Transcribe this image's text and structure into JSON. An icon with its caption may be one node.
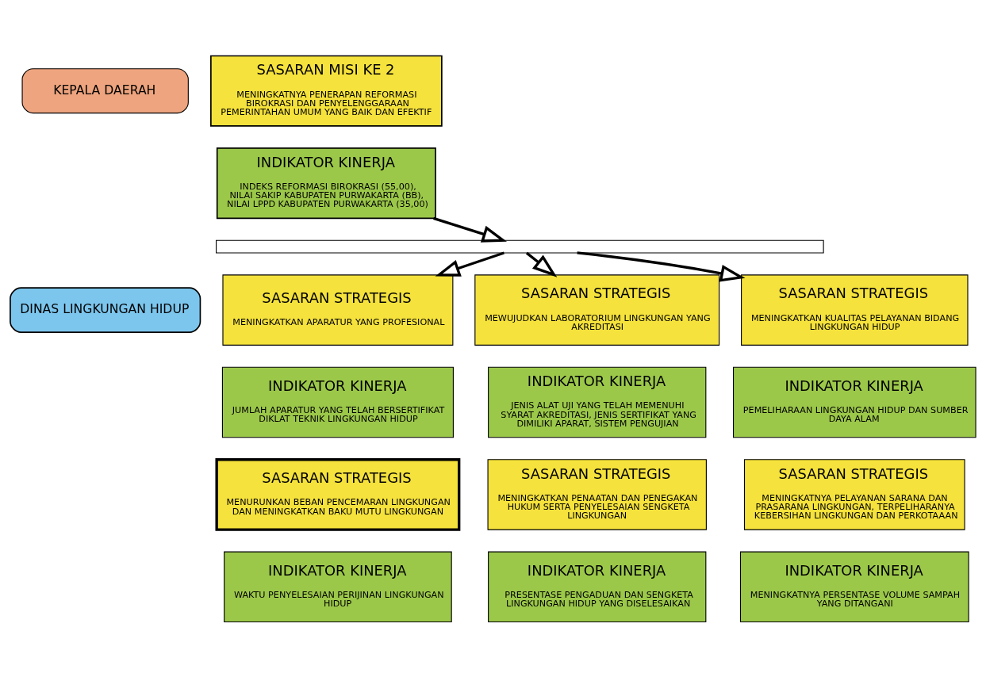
{
  "diagram": {
    "nodes": [
      {
        "text": [
          "KEPALA DAERAH"
        ]
      },
      {
        "text": [
          "SASARAN MISI KE 2",
          "MENINGKATNYA PENERAPAN REFORMASI BIROKRASI DAN PENYELENGGARAAN PEMERINTAHAN UMUM YANG BAIK DAN EFEKTIF"
        ]
      },
      {
        "text": [
          "INDIKATOR KINERJA",
          "INDEKS REFORMASI BIROKRASI (55,00), NILAI SAKIP KABUPATEN PURWAKARTA (BB), NILAI LPPD KABUPATEN PURWAKARTA (35,00)"
        ]
      },
      {
        "text": [],
        "shape": "bar"
      },
      {
        "text": [
          "DINAS LINGKUNGAN HIDUP"
        ]
      },
      {
        "text": [
          "SASARAN STRATEGIS",
          "MENINGKATKAN APARATUR YANG PROFESIONAL"
        ]
      },
      {
        "text": [
          "SASARAN STRATEGIS",
          "MEWUJUDKAN LABORATORIUM LINGKUNGAN YANG AKREDITASI"
        ]
      },
      {
        "text": [
          "SASARAN STRATEGIS",
          "MENINGKATKAN KUALITAS PELAYANAN BIDANG LINGKUNGAN HIDUP"
        ]
      },
      {
        "text": [
          "INDIKATOR KINERJA",
          "JUMLAH APARATUR YANG TELAH BERSERTIFIKAT DIKLAT TEKNIK LINGKUNGAN HIDUP"
        ]
      },
      {
        "text": [
          "INDIKATOR KINERJA",
          "JENIS ALAT UJI YANG TELAH MEMENUHI SYARAT AKREDITASI, JENIS SERTIFIKAT YANG DIMILIKI APARAT, SISTEM PENGUJIAN"
        ]
      },
      {
        "text": [
          "INDIKATOR KINERJA",
          "PEMELIHARAAN LINGKUNGAN HIDUP DAN SUMBER DAYA ALAM"
        ]
      },
      {
        "text": [
          "SASARAN STRATEGIS",
          "MENURUNKAN BEBAN PENCEMARAN LINGKUNGAN DAN MENINGKATKAN BAKU MUTU LINGKUNGAN"
        ]
      },
      {
        "text": [
          "SASARAN STRATEGIS",
          "MENINGKATKAN PENAATAN DAN PENEGAKAN HUKUM SERTA PENYELESAIAN SENGKETA LINGKUNGAN"
        ]
      },
      {
        "text": [
          "SASARAN STRATEGIS",
          "MENINGKATNYA PELAYANAN SARANA DAN PRASARANA LINGKUNGAN, TERPELIHARANYA KEBERSIHAN LINGKUNGAN DAN PERKOTAAAN"
        ]
      },
      {
        "text": [
          "INDIKATOR KINERJA",
          "WAKTU PENYELESAIAN PERIJINAN LINGKUNGAN HIDUP"
        ]
      },
      {
        "text": [
          "INDIKATOR KINERJA",
          "PRESENTASE PENGADUAN DAN SENGKETA LINGKUNGAN HIDUP YANG DISELESAIKAN"
        ]
      },
      {
        "text": [
          "INDIKATOR KINERJA",
          "MENINGKATNYA PERSENTASE VOLUME SAMPAH YANG DITANGANI"
        ]
      }
    ],
    "edges": [
      {
        "from": 2,
        "to": 3,
        "arrow": "to"
      },
      {
        "from": 3,
        "to": 5,
        "arrow": "to"
      },
      {
        "from": 3,
        "to": 6,
        "arrow": "to"
      },
      {
        "from": 3,
        "to": 7,
        "arrow": "to"
      }
    ]
  }
}
